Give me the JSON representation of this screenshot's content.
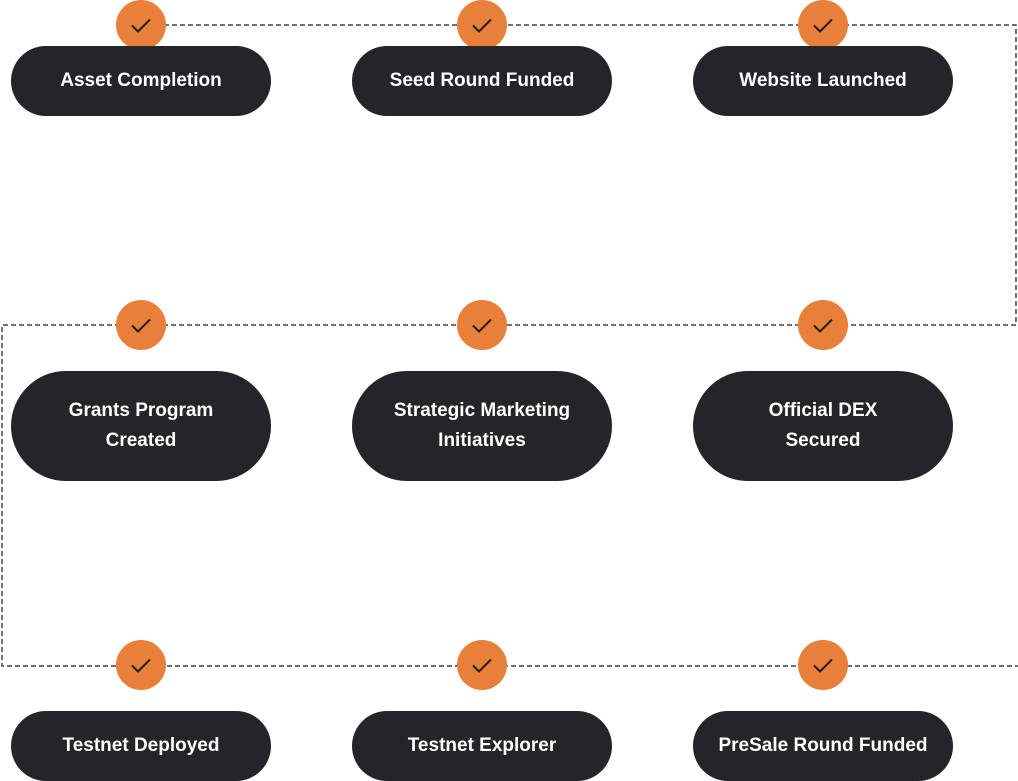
{
  "milestones": [
    {
      "label": "Asset Completion",
      "status": "completed"
    },
    {
      "label": "Seed Round Funded",
      "status": "completed"
    },
    {
      "label": "Website Launched",
      "status": "completed"
    },
    {
      "label": "Grants Program Created",
      "status": "completed"
    },
    {
      "label": "Strategic Marketing Initiatives",
      "status": "completed"
    },
    {
      "label": "Official DEX Secured",
      "status": "completed"
    },
    {
      "label": "Testnet Deployed",
      "status": "completed"
    },
    {
      "label": "Testnet Explorer",
      "status": "completed"
    },
    {
      "label": "PreSale Round Funded",
      "status": "completed"
    }
  ],
  "colors": {
    "badge": "#E8803A",
    "pill": "#242528",
    "pill_text": "#FFFFFF",
    "connector": "#444444"
  },
  "icons": {
    "badge_icon": "checkmark-icon"
  }
}
